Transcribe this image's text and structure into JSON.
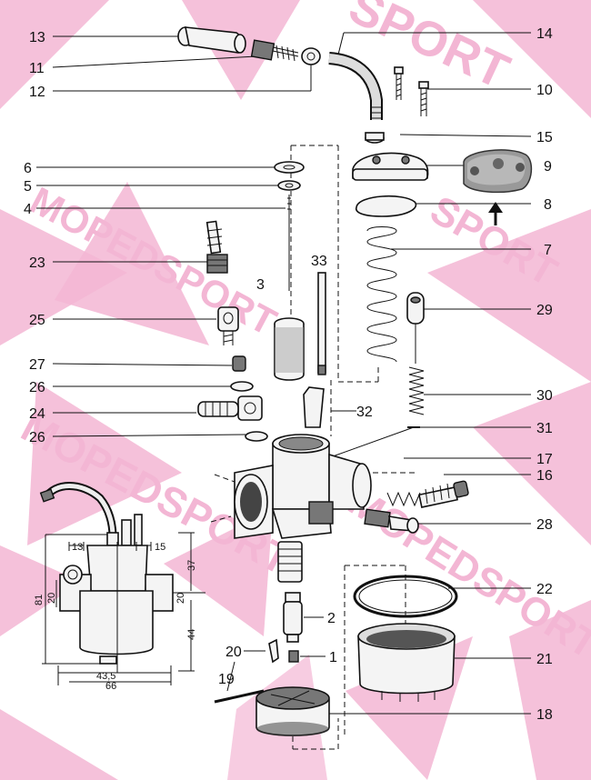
{
  "watermark": {
    "words": [
      "SPORT",
      "MOPEDSPORT",
      "MOPEDSPORT",
      "MOPEDSPORT",
      "SPORT"
    ],
    "color": "#f3b6d4"
  },
  "callouts": {
    "c13": "13",
    "c11": "11",
    "c12": "12",
    "c14": "14",
    "c10": "10",
    "c15": "15",
    "c6": "6",
    "c5": "5",
    "c9": "9",
    "c8": "8",
    "c4": "4",
    "c7": "7",
    "c23": "23",
    "c33": "33",
    "c3": "3",
    "c29": "29",
    "c25": "25",
    "c27": "27",
    "c26a": "26",
    "c24": "24",
    "c32": "32",
    "c30": "30",
    "c26b": "26",
    "c31": "31",
    "c17": "17",
    "c16": "16",
    "c28": "28",
    "c22": "22",
    "c2": "2",
    "c20": "20",
    "c1": "1",
    "c21": "21",
    "c19": "19",
    "c18": "18"
  },
  "dimensions": {
    "d13": "13",
    "d15": "15",
    "d37": "37",
    "d81": "81",
    "d20a": "20",
    "d20b": "20",
    "d44": "44",
    "d435": "43,5",
    "d66": "66"
  },
  "arrow_icon": "up-arrow-icon"
}
